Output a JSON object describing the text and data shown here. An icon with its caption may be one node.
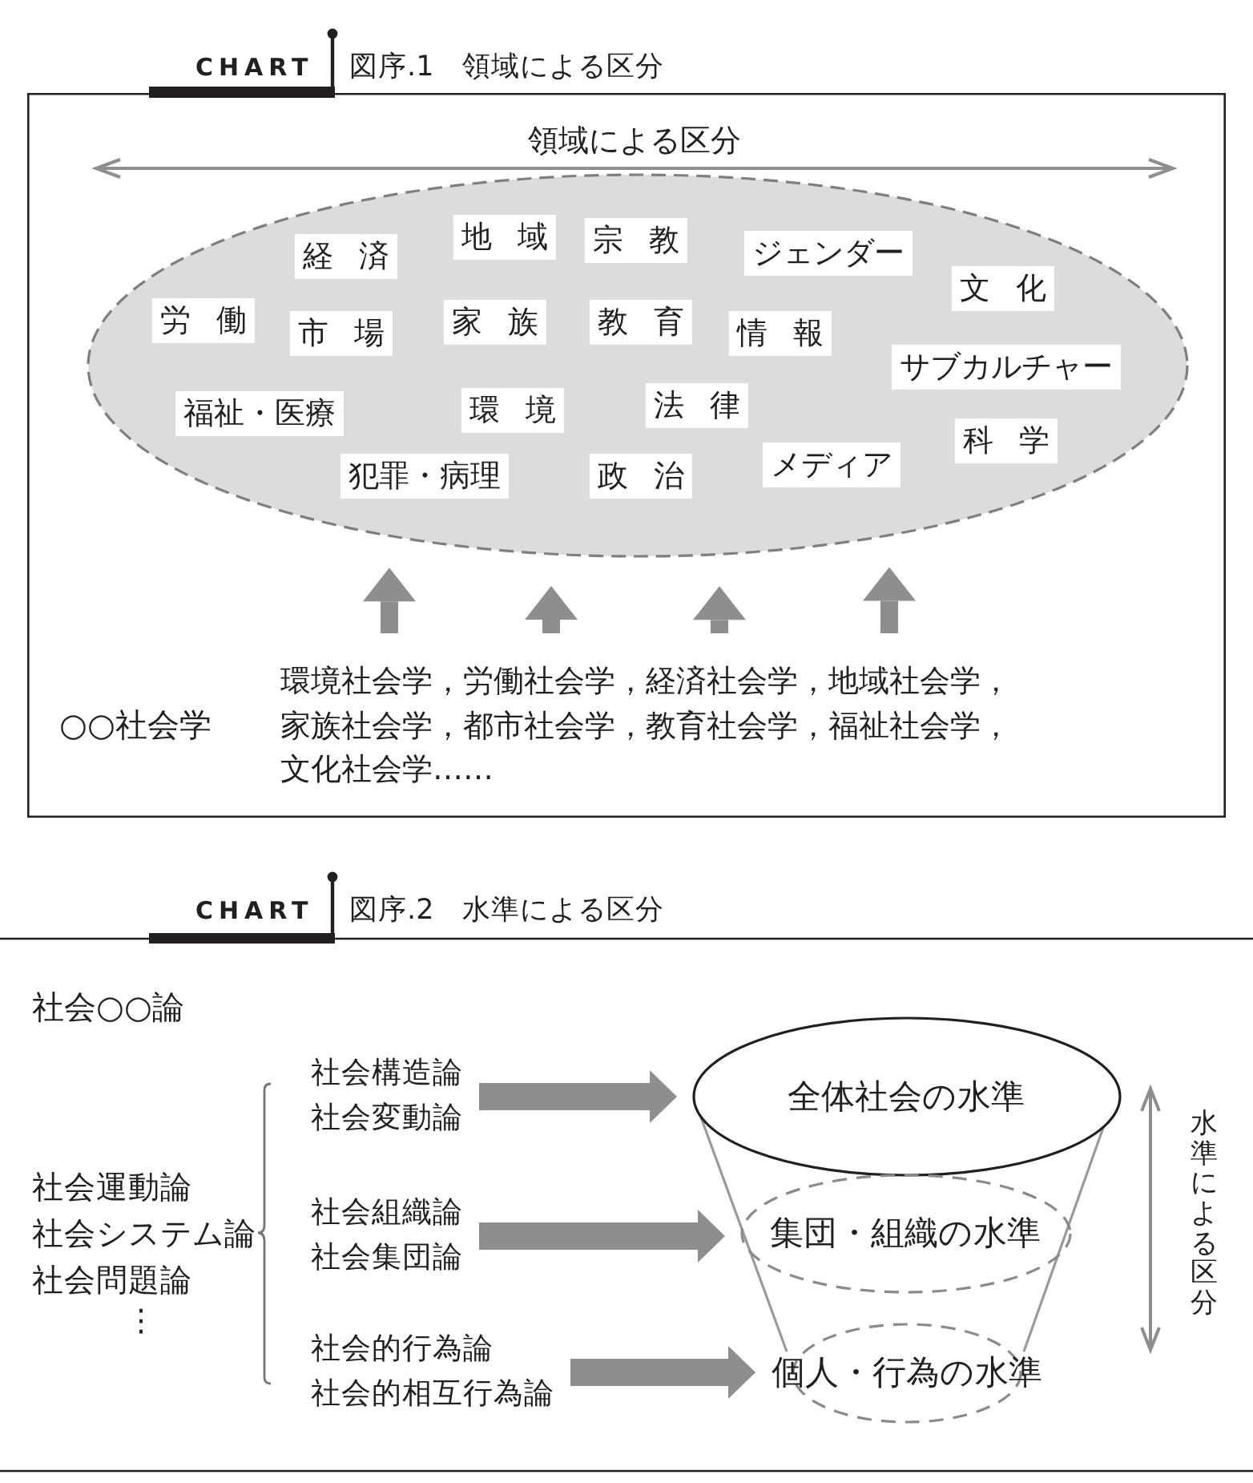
{
  "diagram": {
    "nodes": [
      {
        "text": [],
        "shape": "box"
      },
      {
        "text": [],
        "shape": "ellipse",
        "in": 0
      },
      {
        "text": [
          "経済"
        ],
        "in": 1
      },
      {
        "text": [
          "地域"
        ],
        "in": 1
      },
      {
        "text": [
          "宗教"
        ],
        "in": 1
      },
      {
        "text": [
          "ジェンダー"
        ],
        "in": 1
      },
      {
        "text": [
          "文化"
        ],
        "in": 1
      },
      {
        "text": [
          "労働"
        ],
        "in": 1
      },
      {
        "text": [
          "市場"
        ],
        "in": 1
      },
      {
        "text": [
          "家族"
        ],
        "in": 1
      },
      {
        "text": [
          "教育"
        ],
        "in": 1
      },
      {
        "text": [
          "情報"
        ],
        "in": 1
      },
      {
        "text": [
          "サブカルチャー"
        ],
        "in": 1
      },
      {
        "text": [
          "福祉・医療"
        ],
        "in": 1
      },
      {
        "text": [
          "環境"
        ],
        "in": 1
      },
      {
        "text": [
          "法律"
        ],
        "in": 1
      },
      {
        "text": [
          "科学"
        ],
        "in": 1
      },
      {
        "text": [
          "犯罪・病理"
        ],
        "in": 1
      },
      {
        "text": [
          "政治"
        ],
        "in": 1
      },
      {
        "text": [
          "メディア"
        ],
        "in": 1
      },
      {
        "text": [
          "環境社会学，労働社会学，経済社会学，地域社会学，家族社会学，都市社会学，教育社会学，福祉社会学，文化社会学……"
        ],
        "in": 0
      },
      {
        "text": [
          "社会構造論",
          "社会変動論"
        ]
      },
      {
        "text": [
          "全体社会の水準"
        ]
      },
      {
        "text": [
          "社会組織論",
          "社会集団論"
        ]
      },
      {
        "text": [
          "集団・組織の水準"
        ]
      },
      {
        "text": [
          "社会的行為論",
          "社会的相互行為論"
        ]
      },
      {
        "text": [
          "個人・行為の水準"
        ]
      }
    ],
    "edges": [
      {
        "from": 20,
        "to": 1,
        "arrow": "to"
      },
      {
        "from": 20,
        "to": 1,
        "arrow": "to"
      },
      {
        "from": 20,
        "to": 1,
        "arrow": "to"
      },
      {
        "from": 20,
        "to": 1,
        "arrow": "to"
      },
      {
        "from": 21,
        "to": 22,
        "arrow": "to"
      },
      {
        "from": 23,
        "to": 24,
        "arrow": "to"
      },
      {
        "from": 25,
        "to": 26,
        "arrow": "to"
      }
    ],
    "labels": [
      "CHART",
      "図序.1　領域による区分",
      "領域による区分",
      "○○社会学",
      "CHART",
      "図序.2　水準による区分",
      "社会○○論",
      "社会運動論",
      "社会システム論",
      "社会問題論",
      "⋮",
      "水準による区分"
    ]
  }
}
